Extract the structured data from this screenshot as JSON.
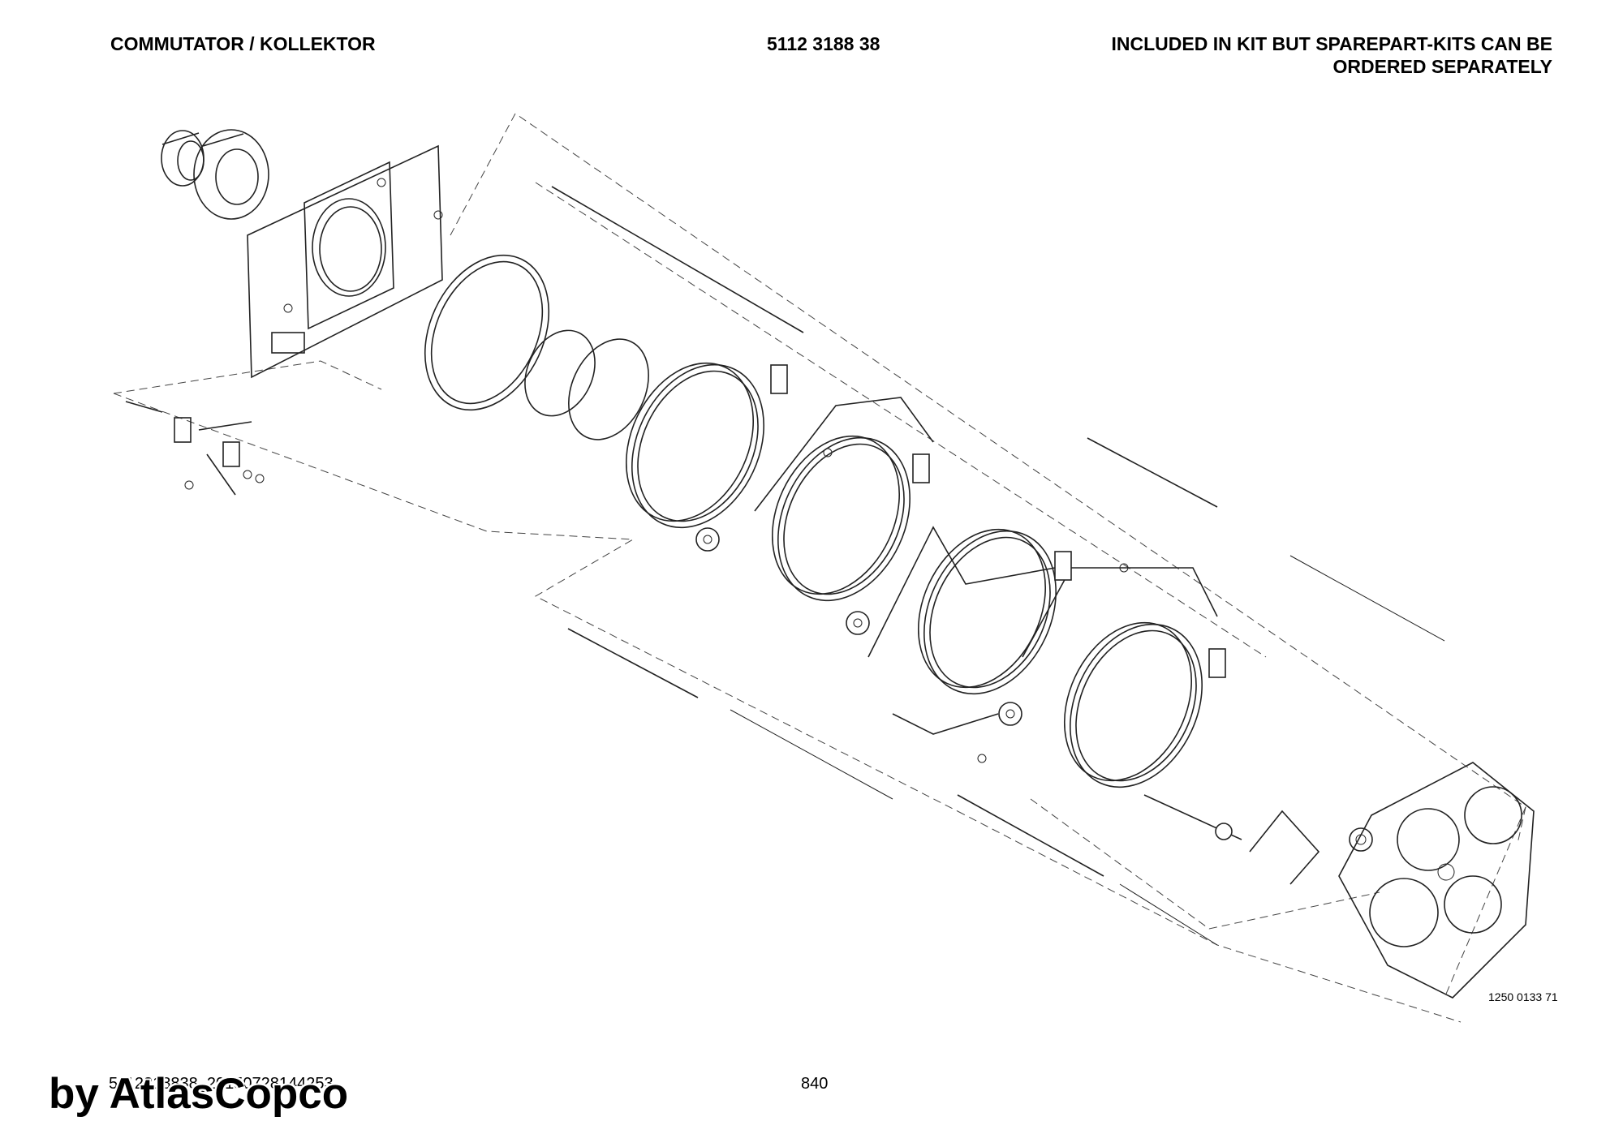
{
  "header": {
    "title_left": "COMMUTATOR / KOLLEKTOR",
    "part_number": "5112 3188 38",
    "note_line1": "INCLUDED IN KIT BUT SPAREPART-KITS CAN BE",
    "note_line2": "ORDERED SEPARATELY"
  },
  "figure": {
    "code": "1250 0133 71"
  },
  "footer": {
    "doc_id": "5112318838_20150728144253",
    "page": "840",
    "watermark": "by AtlasCopco"
  }
}
